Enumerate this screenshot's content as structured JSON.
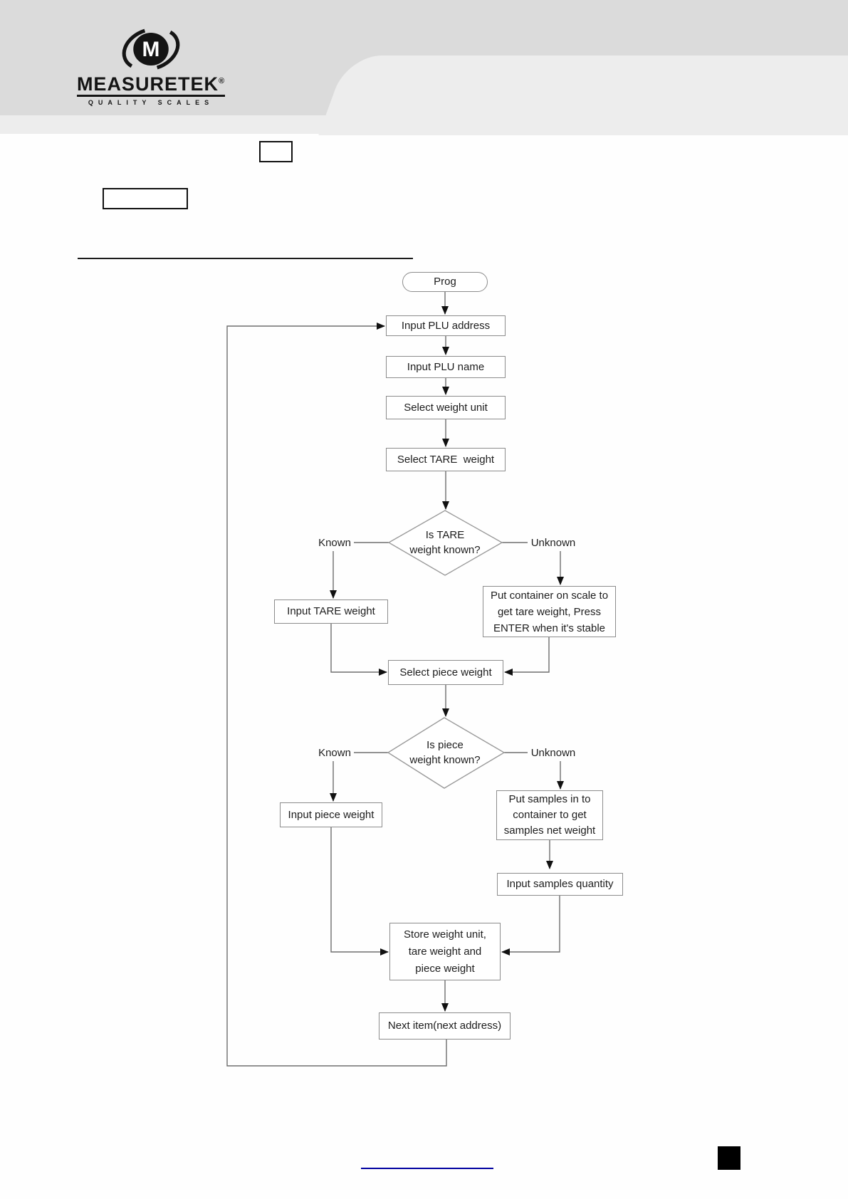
{
  "header": {
    "brand_name": "MEASURETEK",
    "brand_reg": "®",
    "brand_tagline": "QUALITY SCALES"
  },
  "flowchart": {
    "start": "Prog",
    "nodes": {
      "input_plu_address": "Input PLU address",
      "input_plu_name": "Input PLU name",
      "select_weight_unit": "Select weight unit",
      "select_tare_weight": "Select TARE  weight",
      "tare_decision": "Is TARE\nweight known?",
      "tare_known_label": "Known",
      "tare_unknown_label": "Unknown",
      "input_tare_weight": "Input TARE weight",
      "put_container": "Put container on scale to\nget tare weight, Press\nENTER when it's stable",
      "select_piece_weight": "Select piece weight",
      "piece_decision": "Is piece\nweight known?",
      "piece_known_label": "Known",
      "piece_unknown_label": "Unknown",
      "input_piece_weight": "Input piece weight",
      "put_samples": "Put samples in to\ncontainer to get\nsamples net weight",
      "input_samples_quantity": "Input samples quantity",
      "store_values": "Store weight unit,\ntare weight and\npiece weight",
      "next_item": "Next item(next address)"
    }
  },
  "colors": {
    "header_gray": "#dbdbdb",
    "header_panel": "#ededed",
    "ink": "#141414",
    "line_gray": "#6e6e6e",
    "link_blue": "#0000a0"
  }
}
